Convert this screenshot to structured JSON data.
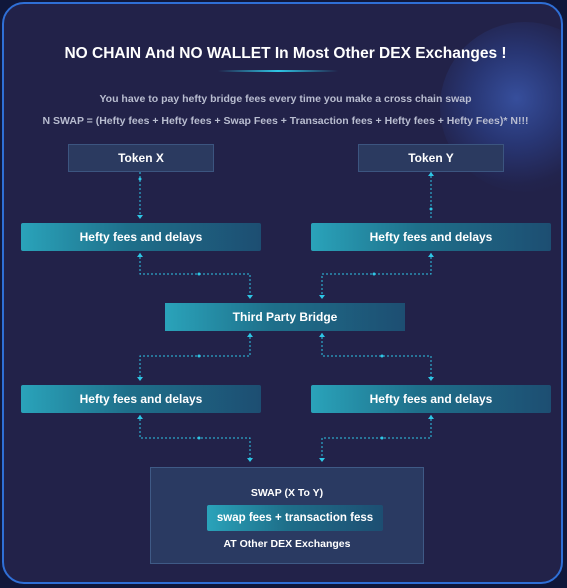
{
  "title": "NO CHAIN And NO WALLET In Most Other DEX Exchanges !",
  "subtitle": "You have to pay hefty bridge fees every time you make a cross chain swap",
  "formula": "N SWAP = (Hefty fees + Hefty fees + Swap Fees + Transaction fees + Hefty fees + Hefty Fees)* N!!!",
  "token_x": "Token X",
  "token_y": "Token Y",
  "hefty_label": "Hefty fees and delays",
  "bridge": "Third Party Bridge",
  "swap": {
    "title": "SWAP (X To Y)",
    "fees": "swap fees + transaction fess",
    "footer": "AT Other DEX Exchanges"
  },
  "colors": {
    "background": "#222249",
    "border": "#2f6fd6",
    "accent": "#2ec7e6",
    "hefty_gradient_start": "#2aa3ba",
    "token_box": "#2b3a60"
  }
}
